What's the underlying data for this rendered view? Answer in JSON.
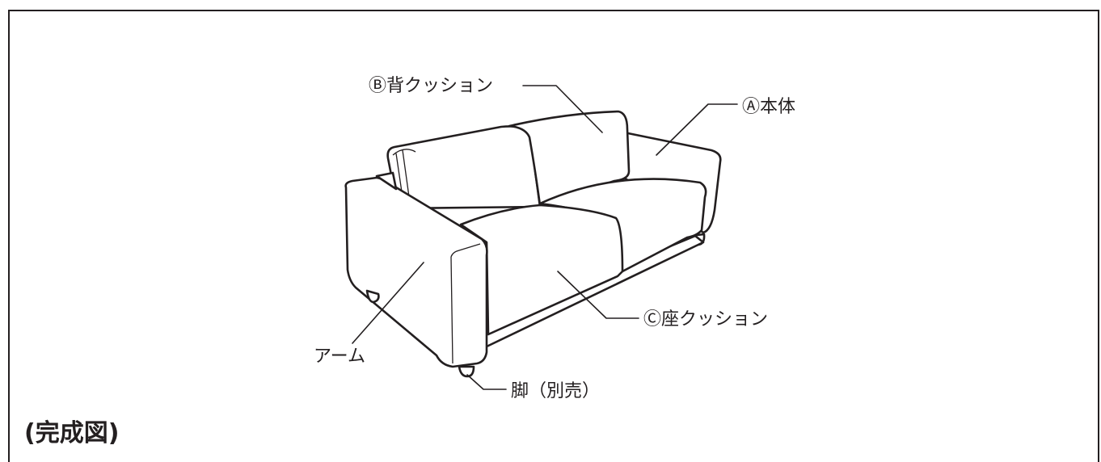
{
  "diagram": {
    "title": "(完成図)",
    "labels": {
      "back_cushion": "Ⓑ背クッション",
      "body": "Ⓐ本体",
      "seat_cushion": "Ⓒ座クッション",
      "arm": "アーム",
      "leg": "脚（別売）"
    },
    "colors": {
      "line": "#231f20",
      "background": "#ffffff"
    }
  }
}
